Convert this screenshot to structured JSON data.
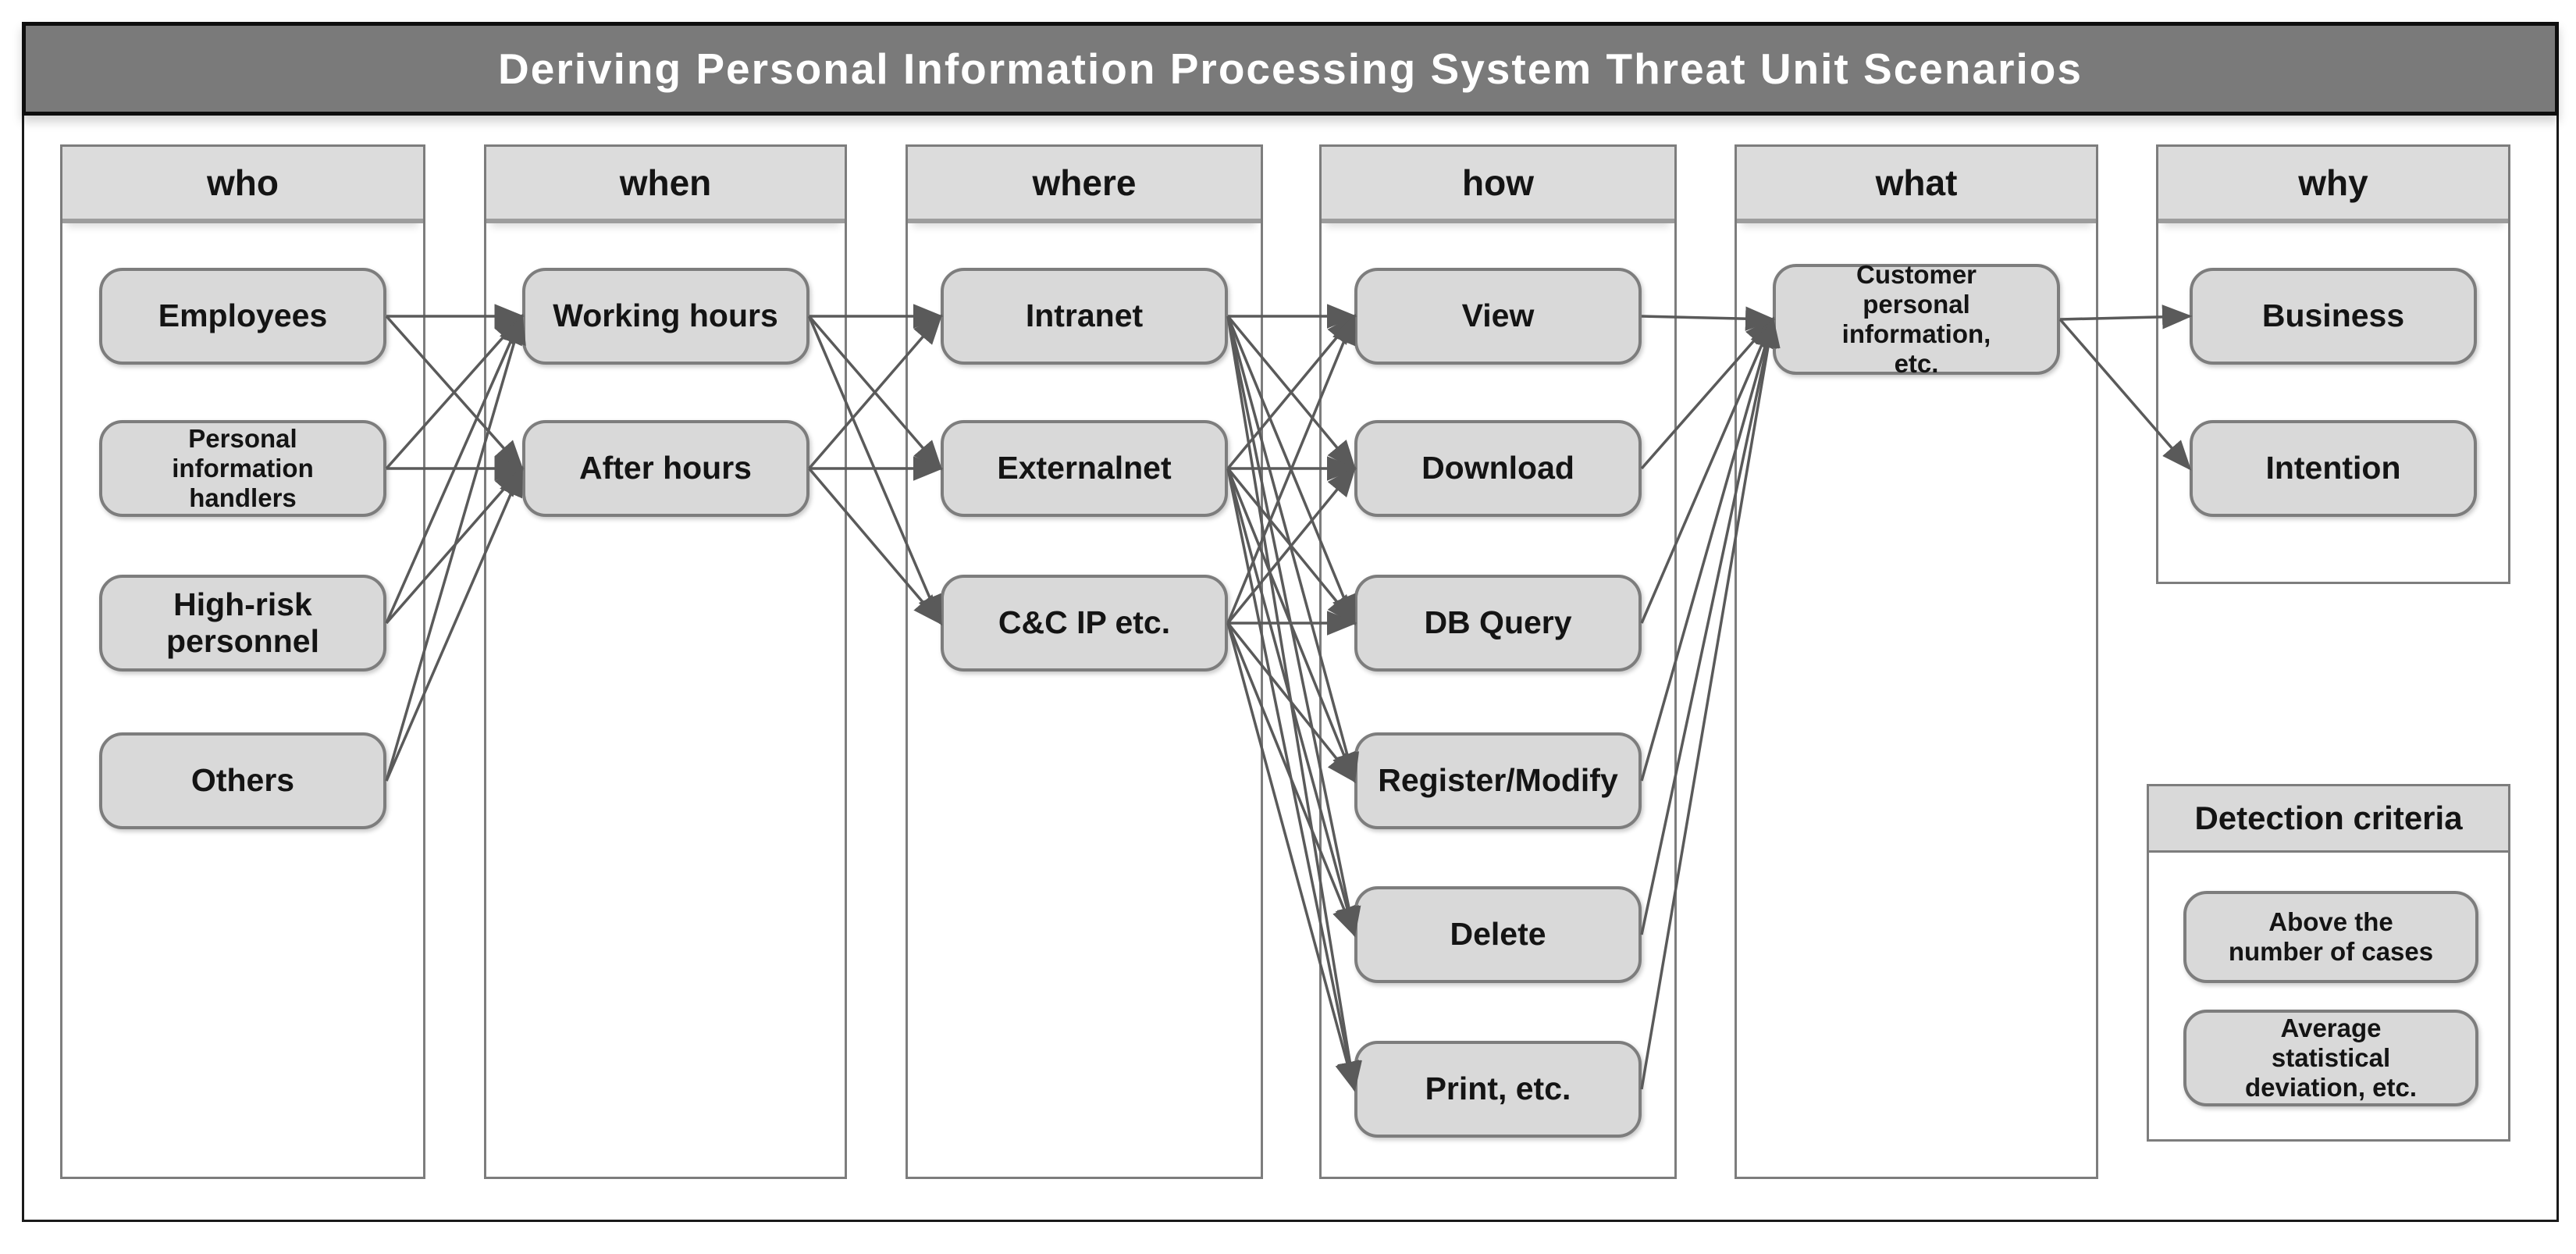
{
  "title": "Deriving Personal Information Processing System Threat Unit Scenarios",
  "columns": [
    {
      "id": "who",
      "label": "who",
      "items": [
        {
          "id": "employees",
          "label": "Employees"
        },
        {
          "id": "personal-information-handlers",
          "label": "Personal information handlers"
        },
        {
          "id": "high-risk-personnel",
          "label": "High-risk personnel"
        },
        {
          "id": "others",
          "label": "Others"
        }
      ]
    },
    {
      "id": "when",
      "label": "when",
      "items": [
        {
          "id": "working-hours",
          "label": "Working hours"
        },
        {
          "id": "after-hours",
          "label": "After hours"
        }
      ]
    },
    {
      "id": "where",
      "label": "where",
      "items": [
        {
          "id": "intranet",
          "label": "Intranet"
        },
        {
          "id": "externalnet",
          "label": "Externalnet"
        },
        {
          "id": "cc-ip-etc",
          "label": "C&C IP etc."
        }
      ]
    },
    {
      "id": "how",
      "label": "how",
      "items": [
        {
          "id": "view",
          "label": "View"
        },
        {
          "id": "download",
          "label": "Download"
        },
        {
          "id": "db-query",
          "label": "DB Query"
        },
        {
          "id": "register-modify",
          "label": "Register/Modify"
        },
        {
          "id": "delete",
          "label": "Delete"
        },
        {
          "id": "print-etc",
          "label": "Print, etc."
        }
      ]
    },
    {
      "id": "what",
      "label": "what",
      "items": [
        {
          "id": "customer-personal-information-etc",
          "label": "Customer personal information, etc."
        }
      ]
    },
    {
      "id": "why",
      "label": "why",
      "items": [
        {
          "id": "business",
          "label": "Business"
        },
        {
          "id": "intention",
          "label": "Intention"
        }
      ]
    }
  ],
  "detection_criteria": {
    "title": "Detection criteria",
    "items": [
      "Above the number of cases",
      "Average statistical deviation, etc."
    ]
  },
  "edges": [
    [
      "employees",
      "working-hours"
    ],
    [
      "employees",
      "after-hours"
    ],
    [
      "personal-information-handlers",
      "working-hours"
    ],
    [
      "personal-information-handlers",
      "after-hours"
    ],
    [
      "high-risk-personnel",
      "working-hours"
    ],
    [
      "high-risk-personnel",
      "after-hours"
    ],
    [
      "others",
      "working-hours"
    ],
    [
      "others",
      "after-hours"
    ],
    [
      "working-hours",
      "intranet"
    ],
    [
      "working-hours",
      "externalnet"
    ],
    [
      "working-hours",
      "cc-ip-etc"
    ],
    [
      "after-hours",
      "intranet"
    ],
    [
      "after-hours",
      "externalnet"
    ],
    [
      "after-hours",
      "cc-ip-etc"
    ],
    [
      "intranet",
      "view"
    ],
    [
      "intranet",
      "download"
    ],
    [
      "intranet",
      "db-query"
    ],
    [
      "intranet",
      "register-modify"
    ],
    [
      "intranet",
      "delete"
    ],
    [
      "intranet",
      "print-etc"
    ],
    [
      "externalnet",
      "view"
    ],
    [
      "externalnet",
      "download"
    ],
    [
      "externalnet",
      "db-query"
    ],
    [
      "externalnet",
      "register-modify"
    ],
    [
      "externalnet",
      "delete"
    ],
    [
      "externalnet",
      "print-etc"
    ],
    [
      "cc-ip-etc",
      "view"
    ],
    [
      "cc-ip-etc",
      "download"
    ],
    [
      "cc-ip-etc",
      "db-query"
    ],
    [
      "cc-ip-etc",
      "register-modify"
    ],
    [
      "cc-ip-etc",
      "delete"
    ],
    [
      "cc-ip-etc",
      "print-etc"
    ],
    [
      "view",
      "customer-personal-information-etc"
    ],
    [
      "download",
      "customer-personal-information-etc"
    ],
    [
      "db-query",
      "customer-personal-information-etc"
    ],
    [
      "register-modify",
      "customer-personal-information-etc"
    ],
    [
      "delete",
      "customer-personal-information-etc"
    ],
    [
      "print-etc",
      "customer-personal-information-etc"
    ],
    [
      "customer-personal-information-etc",
      "business"
    ],
    [
      "customer-personal-information-etc",
      "intention"
    ]
  ],
  "colors": {
    "title_bar_background": "#7a7a7a",
    "title_text": "#ffffff",
    "frame_border": "#1a1a1a",
    "column_border": "#7d7d7d",
    "column_header_fill": "#dcdcdc",
    "node_fill": "#d9d9d9",
    "node_border": "#7d7d7d",
    "node_text": "#141414",
    "arrow": "#5a5a5a"
  }
}
